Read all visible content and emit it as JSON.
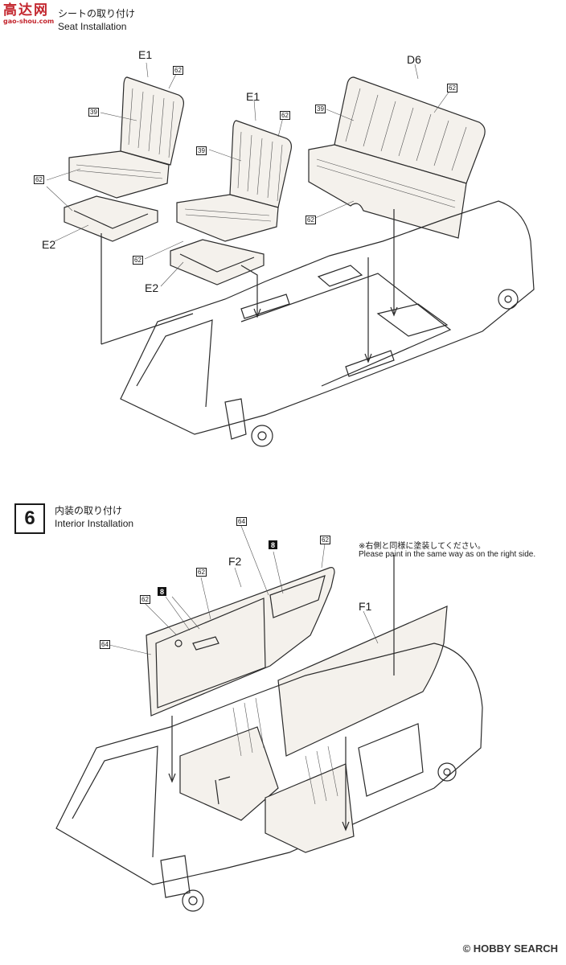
{
  "watermark": {
    "brand": "高达网",
    "url": "gao-shou.com"
  },
  "step5": {
    "title_jp": "シートの取り付け",
    "title_en": "Seat Installation",
    "parts": {
      "e1_a": "E1",
      "e1_b": "E1",
      "d6": "D6",
      "e2_a": "E2",
      "e2_b": "E2"
    },
    "colors": {
      "c62_a": "62",
      "c39_a": "39",
      "c62_b": "62",
      "c39_b": "39",
      "c62_c": "62",
      "c62_d": "62",
      "c39_c": "39",
      "c62_e": "62",
      "c62_f": "62"
    }
  },
  "step6": {
    "number": "6",
    "title_jp": "内装の取り付け",
    "title_en": "Interior Installation",
    "note_jp": "※右側と同様に塗装してください。",
    "note_en": "Please paint in the same way as on the right side.",
    "parts": {
      "f1": "F1",
      "f2": "F2"
    },
    "colors": {
      "c64_a": "64",
      "c62_a": "62",
      "c62_b": "62",
      "c64_b": "64",
      "c62_c": "62"
    },
    "tags": {
      "t8_a": "8",
      "t8_b": "8"
    }
  },
  "footer": {
    "credit": "© HOBBY SEARCH"
  }
}
